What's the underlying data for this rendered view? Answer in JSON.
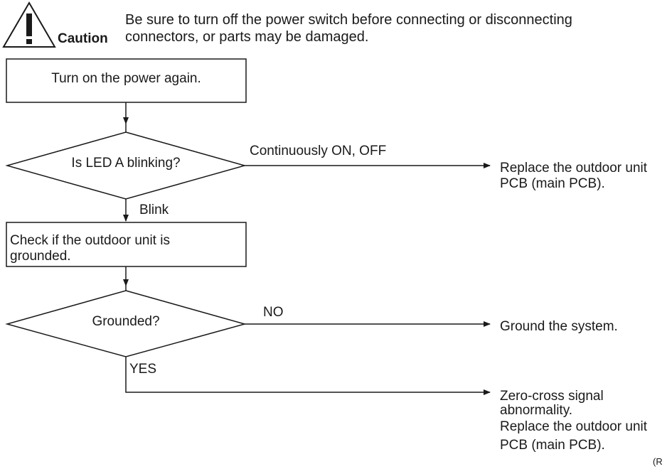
{
  "caution": {
    "icon": "warning-triangle-exclamation",
    "word": "Caution",
    "lines": [
      "Be sure to turn off the power switch before connecting or disconnecting",
      "connectors, or parts may be damaged."
    ]
  },
  "steps": {
    "box1": "Turn on the power again.",
    "decision1": "Is LED A blinking?",
    "decision1_no_label": "Continuously ON, OFF",
    "decision1_yes_label": "Blink",
    "result1_lines": [
      "Replace the outdoor unit",
      "PCB (main PCB)."
    ],
    "box2_lines": [
      "Check if the outdoor unit is",
      "grounded."
    ],
    "decision2": "Grounded?",
    "decision2_no_label": "NO",
    "decision2_yes_label": "YES",
    "result2": "Ground the system.",
    "result3_lines": [
      "Zero-cross signal",
      "abnormality.",
      "Replace the outdoor unit",
      "PCB (main PCB)."
    ]
  },
  "footer_fragment": "(R"
}
